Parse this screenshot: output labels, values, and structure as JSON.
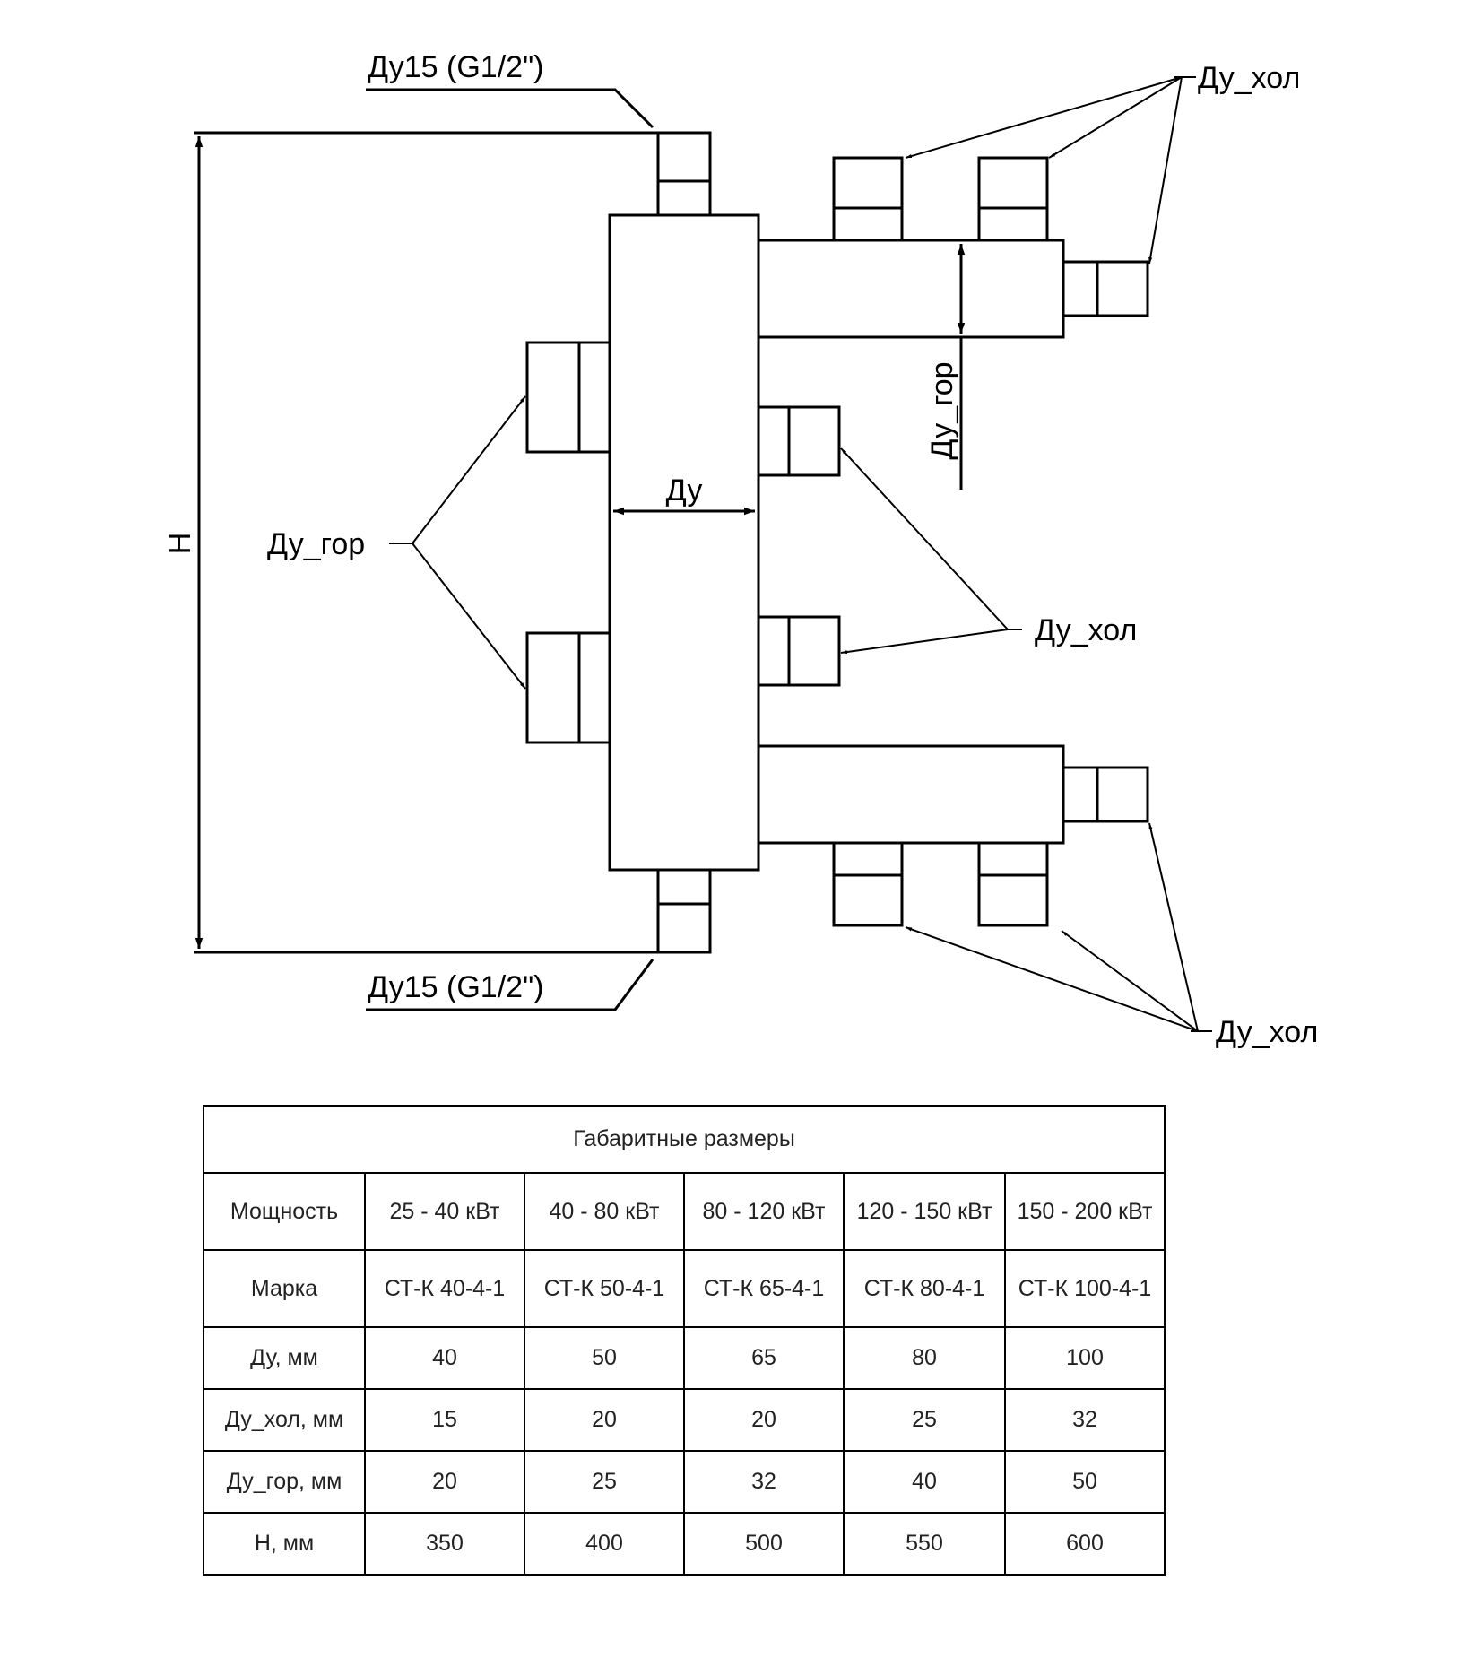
{
  "diagram": {
    "labels": {
      "top_port": "Ду15 (G1/2\")",
      "bottom_port": "Ду15 (G1/2\")",
      "cold_top_right": "Ду_хол",
      "cold_middle_right": "Ду_хол",
      "cold_bottom_right": "Ду_хол",
      "hot_left": "Ду_гор",
      "hot_vertical": "Ду_гор",
      "main_diameter": "Ду",
      "height": "Н"
    }
  },
  "table": {
    "title": "Габаритные размеры",
    "columns": [
      "Мощность",
      "25 - 40 кВт",
      "40 - 80 кВт",
      "80 - 120 кВт",
      "120 - 150 кВт",
      "150 - 200 кВт"
    ],
    "rows": [
      [
        "Марка",
        "СТ-К 40-4-1",
        "СТ-К 50-4-1",
        "СТ-К 65-4-1",
        "СТ-К 80-4-1",
        "СТ-К 100-4-1"
      ],
      [
        "Ду, мм",
        "40",
        "50",
        "65",
        "80",
        "100"
      ],
      [
        "Ду_хол, мм",
        "15",
        "20",
        "20",
        "25",
        "32"
      ],
      [
        "Ду_гор, мм",
        "20",
        "25",
        "32",
        "40",
        "50"
      ],
      [
        "Н, мм",
        "350",
        "400",
        "500",
        "550",
        "600"
      ]
    ]
  }
}
